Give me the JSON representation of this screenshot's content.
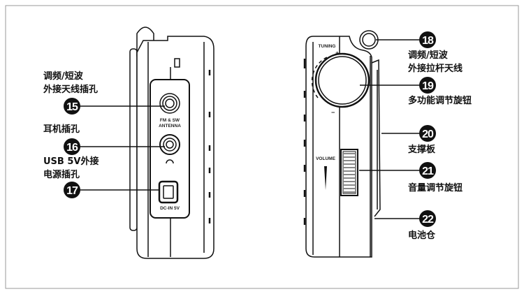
{
  "left_device": {
    "panel_labels": {
      "antenna": [
        "FM & SW",
        "ANTENNA"
      ],
      "dc_in": "DC-IN 5V"
    },
    "callouts": [
      {
        "number": "15",
        "label_lines": [
          "调频/短波",
          "外接天线插孔"
        ]
      },
      {
        "number": "16",
        "label_lines": [
          "耳机插孔"
        ]
      },
      {
        "number": "17",
        "label_lines": [
          "USB 5V外接",
          "电源插孔"
        ]
      }
    ]
  },
  "right_device": {
    "panel_labels": {
      "tuning": "TUNING",
      "plus": "+",
      "minus": "−",
      "volume": "VOLUME"
    },
    "callouts": [
      {
        "number": "18",
        "label_lines": [
          "调频/短波",
          "外接拉杆天线"
        ]
      },
      {
        "number": "19",
        "label_lines": [
          "多功能调节旋钮"
        ]
      },
      {
        "number": "20",
        "label_lines": [
          "支撑板"
        ]
      },
      {
        "number": "21",
        "label_lines": [
          "音量调节旋钮"
        ]
      },
      {
        "number": "22",
        "label_lines": [
          "电池仓"
        ]
      }
    ]
  },
  "colors": {
    "badge": "#111111",
    "line": "#111111",
    "frame": "#888888"
  }
}
